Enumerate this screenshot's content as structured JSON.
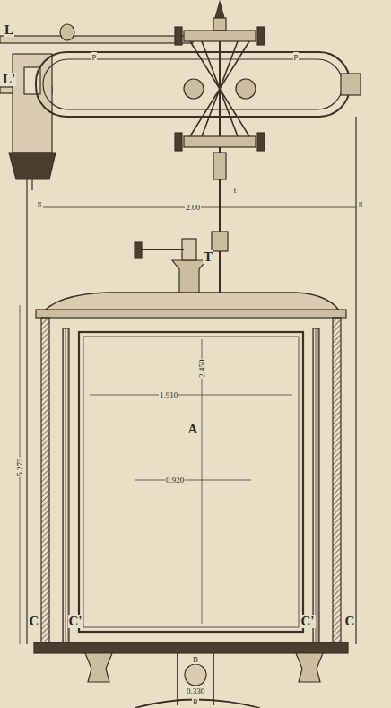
{
  "diagram": {
    "labels": [
      "L",
      "L'",
      "p",
      "p",
      "g",
      "2.00",
      "g",
      "t",
      "T",
      "2.450",
      "1.910",
      "A",
      "0.920",
      "5.275",
      "C",
      "C'",
      "C'",
      "C",
      "B",
      "0.330",
      "R"
    ]
  }
}
